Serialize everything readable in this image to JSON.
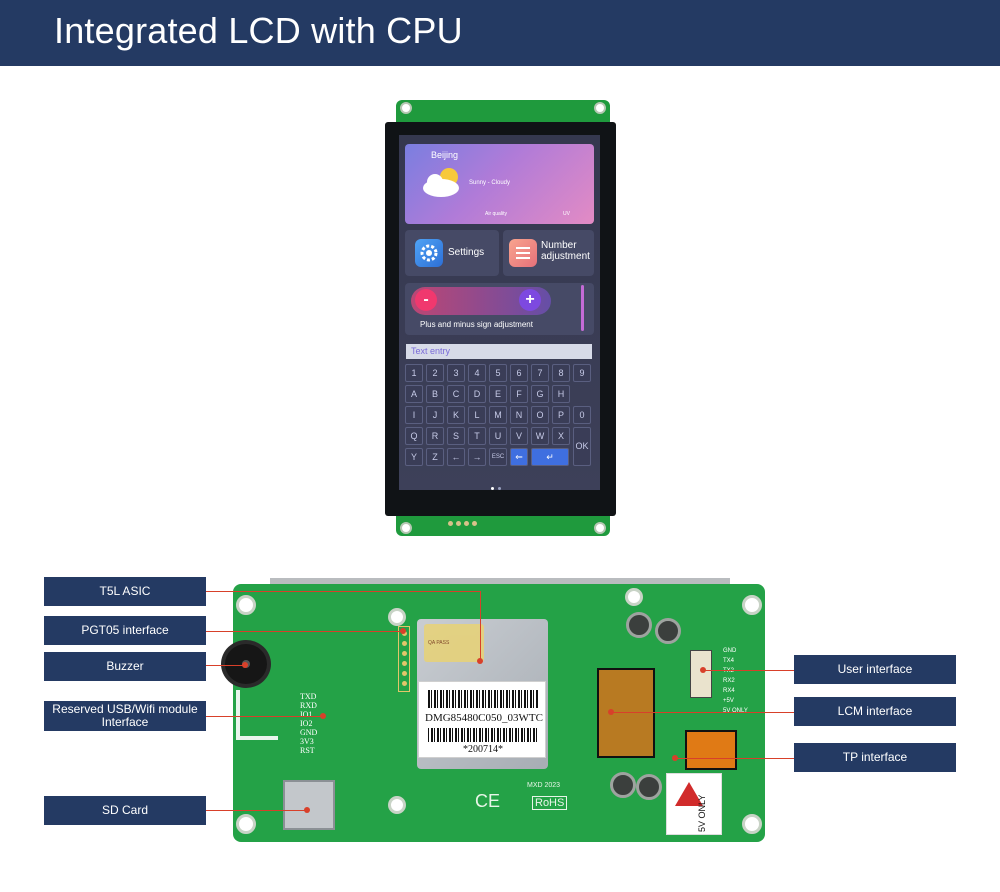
{
  "banner": {
    "title": "Integrated LCD with CPU"
  },
  "screen": {
    "weather": {
      "city": "Beijing",
      "condition": "Sunny - Cloudy",
      "air_quality": "Air quality",
      "uv": "UV"
    },
    "tiles": [
      {
        "label": "Settings"
      },
      {
        "label": "Number adjustment"
      }
    ],
    "adjust": {
      "minus": "-",
      "plus": "+",
      "caption": "Plus and minus sign adjustment"
    },
    "text_entry": {
      "placeholder": "Text entry"
    },
    "keyboard": {
      "rows": [
        [
          "1",
          "2",
          "3",
          "4",
          "5",
          "6",
          "7",
          "8",
          "9"
        ],
        [
          "A",
          "B",
          "C",
          "D",
          "E",
          "F",
          "G",
          "H"
        ],
        [
          "I",
          "J",
          "K",
          "L",
          "M",
          "N",
          "O",
          "P"
        ],
        [
          "Q",
          "R",
          "S",
          "T",
          "U",
          "V",
          "W",
          "X"
        ],
        [
          "Y",
          "Z",
          "←",
          "→",
          "ESC",
          "⇐",
          "↵"
        ]
      ],
      "side_keys": [
        "0",
        "OK"
      ]
    }
  },
  "board": {
    "pin_labels": [
      "TXD",
      "RXD",
      "IO1",
      "IO2",
      "GND",
      "3V3",
      "RST"
    ],
    "user_pins": [
      "GND",
      "TX4",
      "TX2",
      "RX2",
      "RX4",
      "+5V",
      "5V ONLY"
    ],
    "model": "DMG85480C050_03WTC",
    "serial": "*200714*",
    "qa": "QA PASS",
    "marks": "CE",
    "rohs": "RoHS",
    "mxd": "MXD 2023",
    "warning": "5V ONLY"
  },
  "callouts": {
    "left": [
      "T5L ASIC",
      "PGT05 interface",
      "Buzzer",
      "Reserved USB/Wifi module Interface",
      "SD Card"
    ],
    "right": [
      "User interface",
      "LCM interface",
      "TP interface"
    ]
  },
  "colors": {
    "banner": "#243a63",
    "pcb": "#24a247",
    "callout": "#243a63",
    "leader": "#d8402a"
  }
}
